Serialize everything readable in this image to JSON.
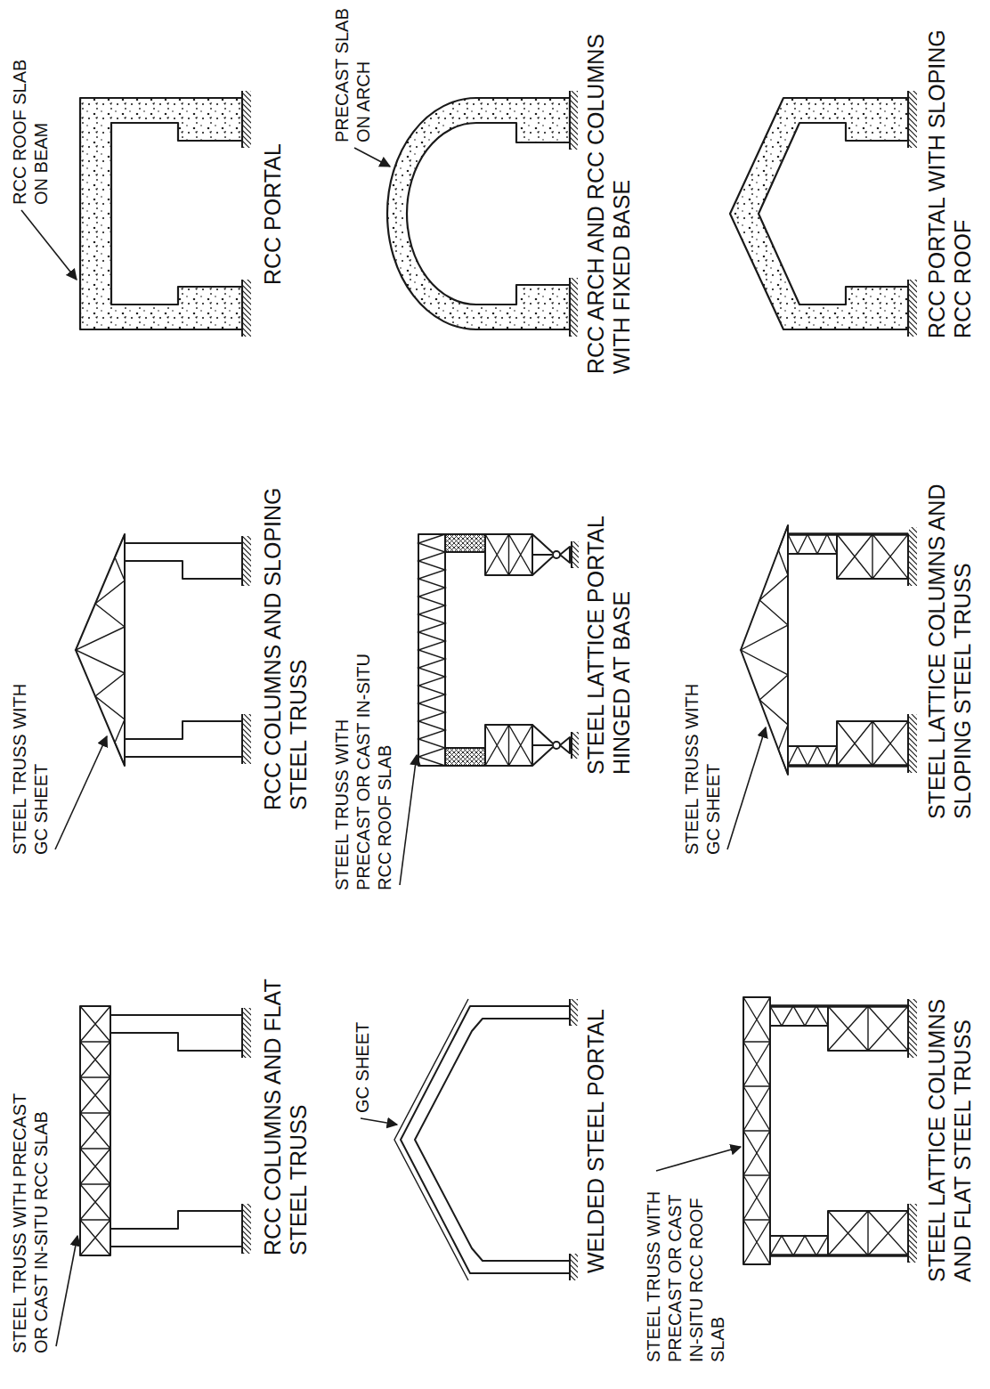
{
  "diagram": {
    "labels": [
      "STEEL TRUSS WITH PRECAST OR CAST IN-SITU RCC SLAB",
      "RCC COLUMNS AND FLAT STEEL TRUSS",
      "STEEL TRUSS WITH GC SHEET",
      "RCC COLUMNS AND SLOPING STEEL TRUSS",
      "RCC ROOF SLAB ON BEAM",
      "RCC PORTAL",
      "GC SHEET",
      "WELDED STEEL PORTAL",
      "STEEL TRUSS WITH PRECAST OR CAST IN-SITU RCC ROOF SLAB",
      "STEEL LATTICE PORTAL HINGED AT BASE",
      "PRECAST SLAB ON ARCH",
      "RCC ARCH AND RCC COLUMNS WITH FIXED BASE",
      "STEEL TRUSS WITH PRECAST OR CAST IN-SITU RCC ROOF SLAB",
      "STEEL LATTICE COLUMNS AND FLAT STEEL TRUSS",
      "STEEL TRUSS WITH GC SHEET",
      "STEEL LATTICE COLUMNS AND SLOPING STEEL TRUSS",
      "RCC PORTAL WITH SLOPING RCC ROOF"
    ]
  }
}
